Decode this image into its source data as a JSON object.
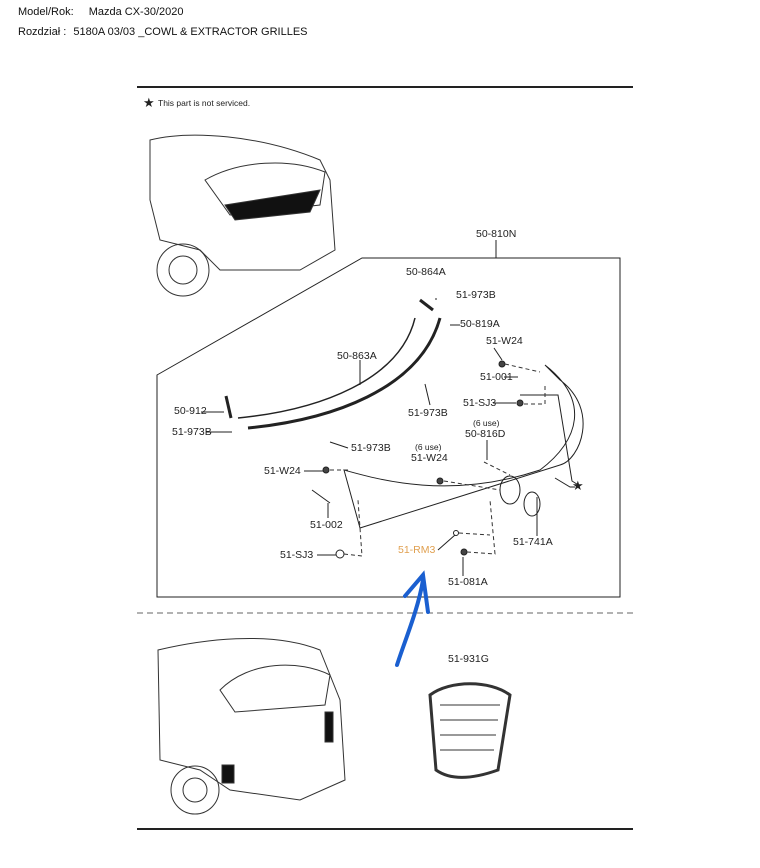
{
  "header": {
    "model_key": "Model/Rok:",
    "model_value": "Mazda CX-30/2020",
    "section_key": "Rozdział :",
    "section_value": "5180A 03/03 _COWL & EXTRACTOR GRILLES"
  },
  "diagram": {
    "note": "This part is not serviced.",
    "labels": {
      "l_50_810N": "50-810N",
      "l_50_864A": "50-864A",
      "l_51_973B_a": "51-973B",
      "l_50_819A": "50-819A",
      "l_51_W24_a": "51-W24",
      "l_50_863A": "50-863A",
      "l_51_001": "51-001",
      "l_50_912": "50-912",
      "l_51_SJ3_a": "51-SJ3",
      "l_51_973B_b": "51-973B",
      "l_51_973B_c": "51-973B",
      "l_6use_a": "(6 use)",
      "l_50_816D": "50-816D",
      "l_51_973B_d": "51-973B",
      "l_6use_b": "(6 use)",
      "l_51_W24_b": "51-W24",
      "l_51_W24_c": "51-W24",
      "l_51_002": "51-002",
      "l_51_741A": "51-741A",
      "l_51_SJ3_b": "51-SJ3",
      "l_51_RM3": "51-RM3",
      "l_51_081A": "51-081A",
      "l_51_931G": "51-931G"
    },
    "highlight_color": "#e0a050",
    "arrow_color": "#1a5fd0"
  }
}
